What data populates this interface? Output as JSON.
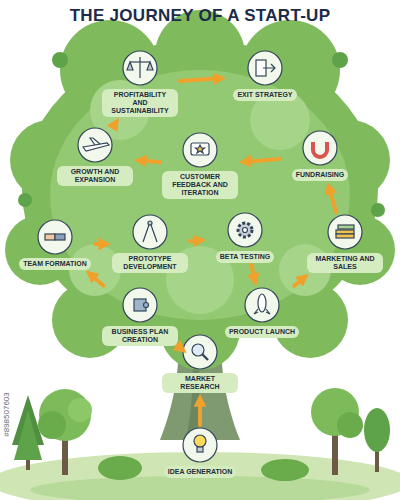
{
  "diagram": {
    "title": "THE JOURNEY OF A START-UP",
    "nodes": [
      {
        "text": [
          "IDEA GENERATION"
        ]
      },
      {
        "text": [
          "MARKET RESEARCH"
        ]
      },
      {
        "text": [
          "BUSINESS PLAN CREATION"
        ]
      },
      {
        "text": [
          "TEAM FORMATION"
        ]
      },
      {
        "text": [
          "PROTOTYPE DEVELOPMENT"
        ]
      },
      {
        "text": [
          "BETA TESTING"
        ]
      },
      {
        "text": [
          "PRODUCT LAUNCH"
        ]
      },
      {
        "text": [
          "MARKETING AND SALES"
        ]
      },
      {
        "text": [
          "FUNDRAISING"
        ]
      },
      {
        "text": [
          "CUSTOMER FEEDBACK AND ITERATION"
        ]
      },
      {
        "text": [
          "GROWTH AND EXPANSION"
        ]
      },
      {
        "text": [
          "PROFITABILITY AND SUSTAINABILITY"
        ]
      },
      {
        "text": [
          "EXIT STRATEGY"
        ]
      }
    ],
    "edges": [
      {
        "from": 0,
        "to": 1,
        "arrow": "to"
      },
      {
        "from": 1,
        "to": 2,
        "arrow": "to"
      },
      {
        "from": 2,
        "to": 3,
        "arrow": "to"
      },
      {
        "from": 3,
        "to": 4,
        "arrow": "to"
      },
      {
        "from": 4,
        "to": 5,
        "arrow": "to"
      },
      {
        "from": 5,
        "to": 6,
        "arrow": "to"
      },
      {
        "from": 6,
        "to": 7,
        "arrow": "to"
      },
      {
        "from": 7,
        "to": 8,
        "arrow": "to"
      },
      {
        "from": 8,
        "to": 9,
        "arrow": "to"
      },
      {
        "from": 9,
        "to": 10,
        "arrow": "to"
      },
      {
        "from": 10,
        "to": 11,
        "arrow": "to"
      },
      {
        "from": 11,
        "to": 12,
        "arrow": "to"
      }
    ],
    "labels": [
      "#898507603"
    ]
  }
}
